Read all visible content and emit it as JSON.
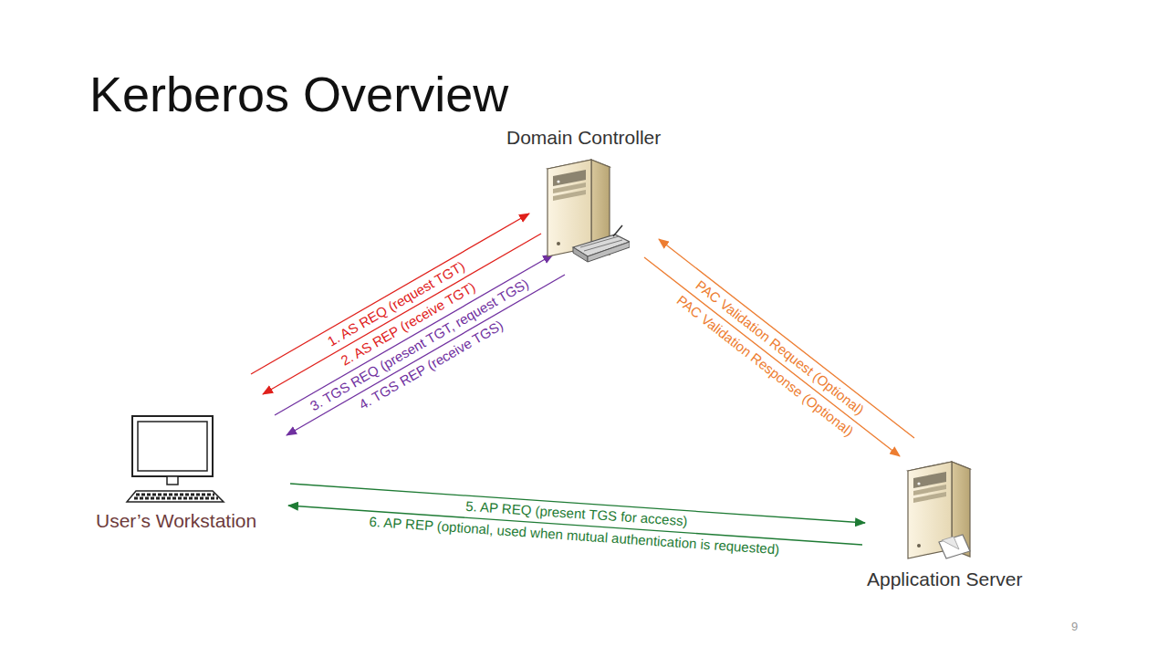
{
  "diagram": {
    "title": "Kerberos Overview",
    "nodes": [
      {
        "text": [
          "Domain Controller"
        ]
      },
      {
        "text": [
          "User’s Workstation"
        ]
      },
      {
        "text": [
          "Application Server"
        ]
      }
    ],
    "edges": [
      {
        "from": 1,
        "to": 0,
        "label": "1. AS REQ (request TGT)",
        "arrow": "to"
      },
      {
        "from": 0,
        "to": 1,
        "label": "2. AS REP (receive TGT)",
        "arrow": "to"
      },
      {
        "from": 1,
        "to": 0,
        "label": "3. TGS REQ (present TGT, request TGS)",
        "arrow": "to"
      },
      {
        "from": 0,
        "to": 1,
        "label": "4. TGS REP (receive TGS)",
        "arrow": "to"
      },
      {
        "from": 2,
        "to": 0,
        "label": "PAC Validation Request (Optional)",
        "arrow": "to"
      },
      {
        "from": 0,
        "to": 2,
        "label": "PAC Validation Response (Optional)",
        "arrow": "to"
      },
      {
        "from": 1,
        "to": 2,
        "label": "5. AP REQ (present TGS for access)",
        "arrow": "to"
      },
      {
        "from": 2,
        "to": 1,
        "label": "6. AP REP (optional, used when mutual authentication is requested)",
        "arrow": "to"
      }
    ],
    "labels": [
      "9"
    ]
  }
}
